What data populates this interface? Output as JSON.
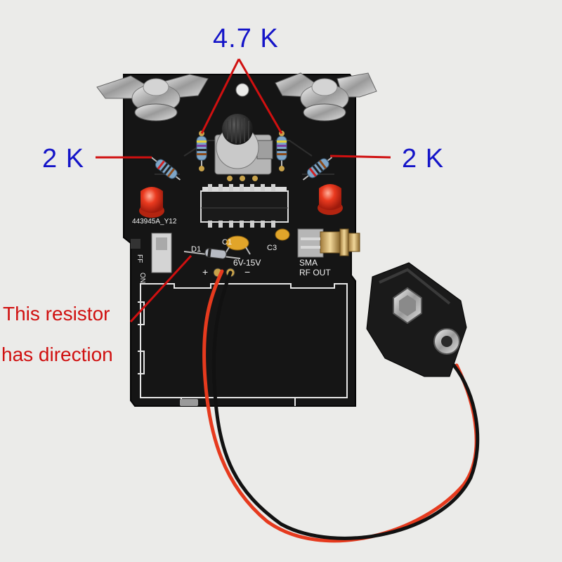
{
  "annotations": {
    "center_resistor": "4.7 K",
    "left_resistor": "2 K",
    "right_resistor": "2 K",
    "note_line1": "This resistor",
    "note_line2": "has direction"
  },
  "silkscreen": {
    "part_number": "443945A_Y12",
    "switch_off": "FF",
    "switch_on": "ON",
    "diode": "D1",
    "cap1": "C1",
    "cap3": "C3",
    "voltage": "6V-15V",
    "plus": "+",
    "minus": "−",
    "sma": "SMA",
    "rf_out": "RF OUT"
  },
  "colors": {
    "annotation_blue": "#1414c8",
    "annotation_red": "#d01010",
    "pcb": "#141414",
    "led": "#e8361e"
  }
}
